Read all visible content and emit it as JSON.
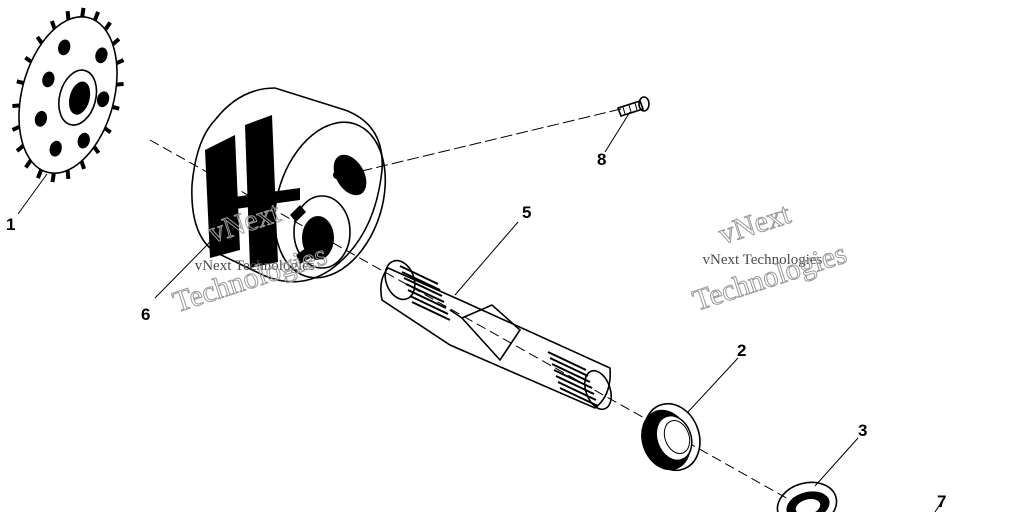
{
  "callouts": {
    "sprocket": "1",
    "bearing": "2",
    "seal": "3",
    "shaft": "5",
    "pump_body": "6",
    "partial": "7",
    "bolt": "8"
  },
  "watermarks": [
    {
      "line1": "vNext",
      "line2": "vNext Technologies",
      "line3": "Technologies"
    },
    {
      "line1": "vNext",
      "line2": "vNext Technologies",
      "line3": "Technologies"
    }
  ],
  "colors": {
    "ink": "#000000",
    "background": "#ffffff",
    "watermark": "#9a9a9a"
  }
}
